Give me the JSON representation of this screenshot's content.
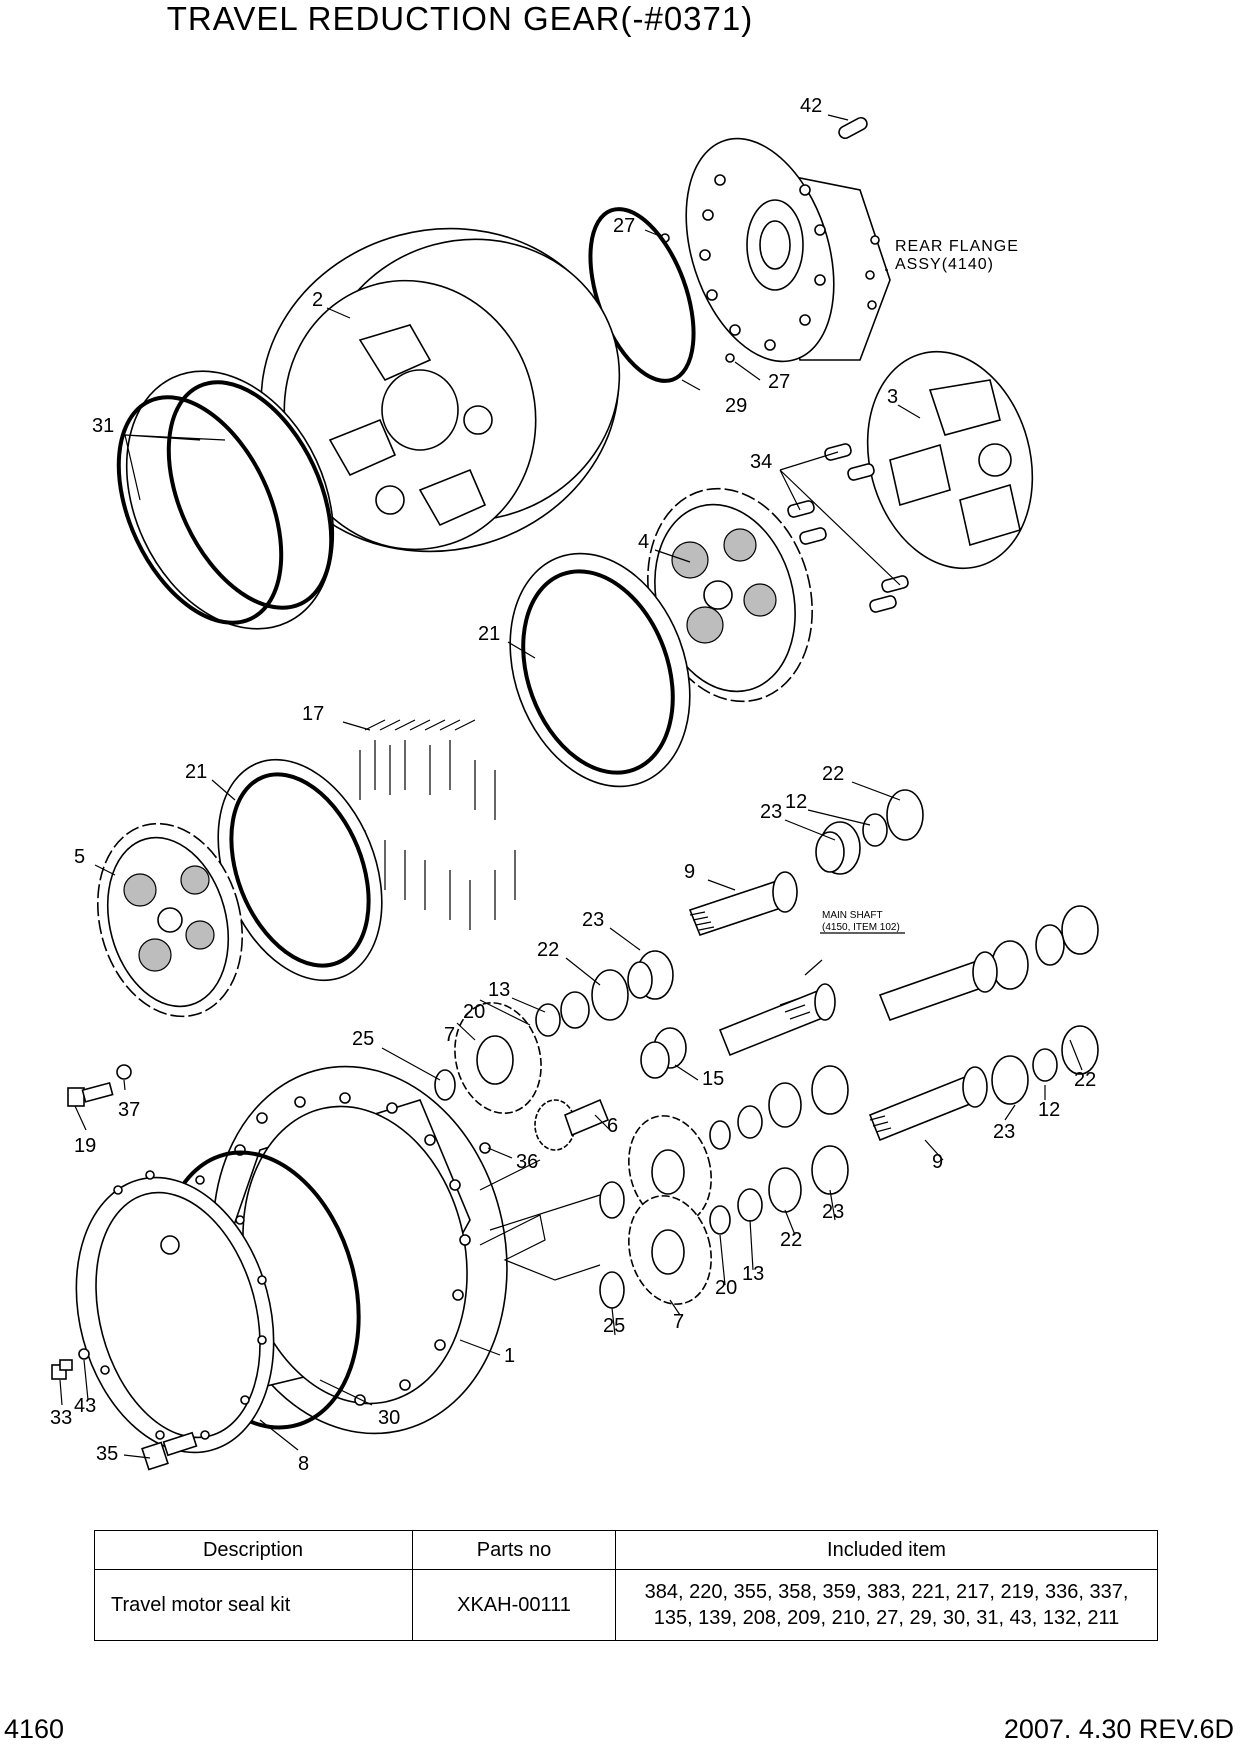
{
  "title": "TRAVEL REDUCTION GEAR(-#0371)",
  "notes": {
    "rear_flange_line1": "REAR FLANGE",
    "rear_flange_line2": "ASSY(4140)",
    "main_shaft_line1": "MAIN SHAFT",
    "main_shaft_line2": "(4150, ITEM 102)"
  },
  "callouts": {
    "c42": "42",
    "c27a": "27",
    "c27b": "27",
    "c2": "2",
    "c29": "29",
    "c3": "3",
    "c31": "31",
    "c34": "34",
    "c4": "4",
    "c21a": "21",
    "c17": "17",
    "c22a": "22",
    "c12a": "12",
    "c23a": "23",
    "c21b": "21",
    "c5": "5",
    "c9a": "9",
    "c23b": "23",
    "c22b": "22",
    "c13a": "13",
    "c20a": "20",
    "c7a": "7",
    "c25a": "25",
    "c15": "15",
    "c22c": "22",
    "c12b": "12",
    "c6": "6",
    "c37": "37",
    "c19": "19",
    "c36": "36",
    "c23c": "23",
    "c9b": "9",
    "c23d": "23",
    "c22d": "22",
    "c13b": "13",
    "c20b": "20",
    "c7b": "7",
    "c25b": "25",
    "c1": "1",
    "c33": "33",
    "c43": "43",
    "c30": "30",
    "c35": "35",
    "c8": "8"
  },
  "kit_table": {
    "headers": {
      "description": "Description",
      "parts_no": "Parts no",
      "included": "Included item"
    },
    "row": {
      "description": "Travel motor seal kit",
      "parts_no": "XKAH-00111",
      "included_line1": "384, 220, 355, 358, 359, 383, 221, 217, 219, 336, 337,",
      "included_line2": "135, 139, 208, 209, 210, 27, 29, 30, 31, 43, 132, 211"
    }
  },
  "footer": {
    "page_number": "4160",
    "revision": "2007. 4.30  REV.6D"
  }
}
